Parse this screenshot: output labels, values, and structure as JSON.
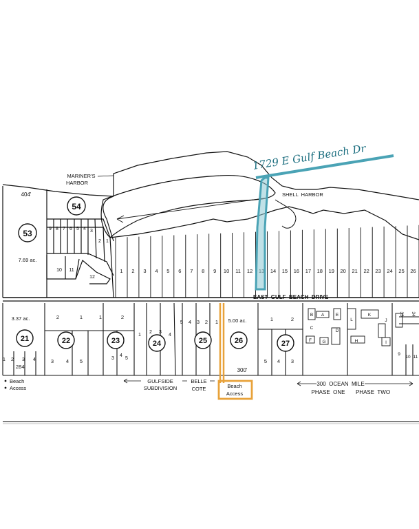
{
  "annotation": {
    "address": "1729 E Gulf Beach Dr",
    "highlight_color": "#4aa3b5",
    "beach_highlight_color": "#e8a23a"
  },
  "water": {
    "mariners_harbor": [
      "MARINER'S",
      "HARBOR"
    ],
    "shell_harbor": "SHELL  HARBOR"
  },
  "north": {
    "tract_53": "53",
    "tract_53_acreage": "7.69 ac.",
    "tract_54": "54",
    "top_dimension": "404'",
    "lots_54": [
      "9",
      "8",
      "7",
      "6",
      "5",
      "4",
      "3",
      "2",
      "1"
    ],
    "lots_lower": [
      "10",
      "11",
      "12"
    ],
    "lots_strip": [
      "1",
      "2",
      "3",
      "4",
      "5",
      "6",
      "7",
      "8",
      "9",
      "10",
      "11",
      "12",
      "13",
      "14",
      "15",
      "16",
      "17",
      "18",
      "19",
      "20",
      "21",
      "22",
      "23",
      "24",
      "25",
      "26"
    ]
  },
  "road": "EAST  GULF  BEACH  DRIVE",
  "south": {
    "tracts": [
      "21",
      "22",
      "23",
      "24",
      "25",
      "26",
      "27"
    ],
    "acreage_21": "3.37 ac.",
    "acreage_26": "5.00 ac.",
    "dim_21": "284'",
    "dim_26": "300'",
    "lots_21": [
      "1",
      "2",
      "3",
      "4"
    ],
    "lots_22_top": [
      "2",
      "1",
      "1",
      "2"
    ],
    "lots_22": [
      "3",
      "4",
      "5"
    ],
    "lots_23": [
      "3",
      "4",
      "5"
    ],
    "lots_24": [
      "1",
      "2",
      "3",
      "4"
    ],
    "lots_25": [
      "5",
      "4",
      "3",
      "2",
      "1"
    ],
    "lots_27_top": [
      "1",
      "2"
    ],
    "lots_27": [
      "5",
      "4",
      "3"
    ],
    "ocean_mile_letters": [
      "B",
      "A",
      "C",
      "E",
      "D",
      "L",
      "K",
      "J",
      "F",
      "G",
      "H",
      "I"
    ],
    "edge_numbers": [
      "33",
      "34",
      "9",
      "10",
      "11"
    ]
  },
  "legend": {
    "beach": "Beach",
    "access": "Access"
  },
  "labels": {
    "gulfside": [
      "GULFSIDE",
      "SUBDIVISION"
    ],
    "belle_cote": [
      "BELLE",
      "COTE"
    ],
    "beach_access": [
      "Beach",
      "Access"
    ],
    "ocean_mile": "300  OCEAN  MILE",
    "phase_one": "PHASE  ONE",
    "phase_two": "PHASE  TWO"
  }
}
